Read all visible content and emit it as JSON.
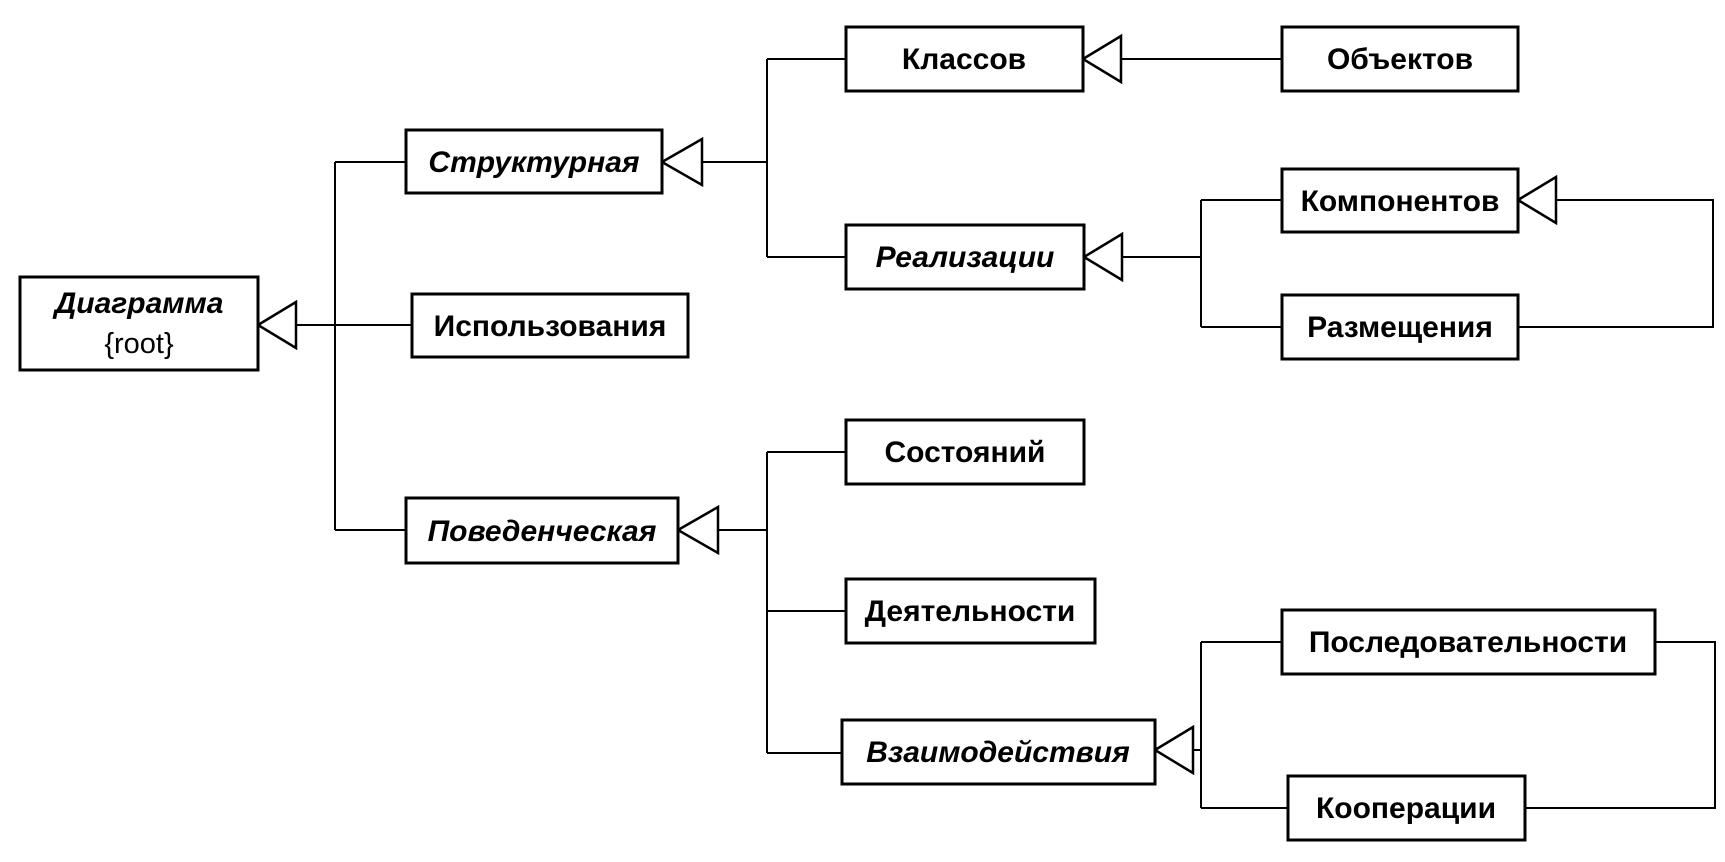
{
  "nodes": {
    "diagram": {
      "label": "Диаграмма",
      "constraint": "{root}",
      "abstract": true
    },
    "structural": {
      "label": "Структурная",
      "abstract": true
    },
    "use_case": {
      "label": "Использования",
      "abstract": false
    },
    "behavioral": {
      "label": "Поведенческая",
      "abstract": true
    },
    "classes": {
      "label": "Классов",
      "abstract": false
    },
    "objects": {
      "label": "Объектов",
      "abstract": false
    },
    "implementation": {
      "label": "Реализации",
      "abstract": true
    },
    "components": {
      "label": "Компонентов",
      "abstract": false
    },
    "deployment": {
      "label": "Размещения",
      "abstract": false
    },
    "states": {
      "label": "Состояний",
      "abstract": false
    },
    "activity": {
      "label": "Деятельности",
      "abstract": false
    },
    "interaction": {
      "label": "Взаимодействия",
      "abstract": true
    },
    "sequence": {
      "label": "Последовательности",
      "abstract": false
    },
    "collaboration": {
      "label": "Кооперации",
      "abstract": false
    }
  },
  "generalizations": [
    {
      "child": "structural",
      "parent": "diagram"
    },
    {
      "child": "use_case",
      "parent": "diagram"
    },
    {
      "child": "behavioral",
      "parent": "diagram"
    },
    {
      "child": "classes",
      "parent": "structural"
    },
    {
      "child": "implementation",
      "parent": "structural"
    },
    {
      "child": "objects",
      "parent": "classes"
    },
    {
      "child": "components",
      "parent": "implementation"
    },
    {
      "child": "deployment",
      "parent": "implementation"
    },
    {
      "child": "deployment",
      "parent": "components"
    },
    {
      "child": "states",
      "parent": "behavioral"
    },
    {
      "child": "activity",
      "parent": "behavioral"
    },
    {
      "child": "interaction",
      "parent": "behavioral"
    },
    {
      "child": "sequence",
      "parent": "interaction"
    },
    {
      "child": "collaboration",
      "parent": "interaction"
    }
  ],
  "colors": {
    "stroke": "#000000",
    "fill": "#ffffff"
  }
}
